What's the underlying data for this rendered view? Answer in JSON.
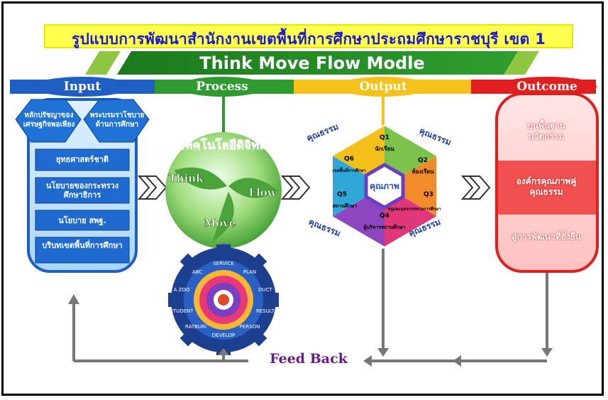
{
  "title": "รูปแบบการพัฒนาสำนักงานเขตพื้นที่การศึกษาประถมศึกษาราชบุรี เขต 1",
  "banner": "Think Move Flow Modle",
  "headers": {
    "input": "Input",
    "process": "Process",
    "output": "Output",
    "outcome": "Outcome"
  },
  "input": {
    "hex_left": "หลักปรัชญาของเศรษฐกิจพอเพียง",
    "hex_right": "พระบรมราโชบายด้านการศึกษา",
    "items": [
      "ยุทธศาสตร์ชาติ",
      "นโยบายของกระทรวงศึกษาธิการ",
      "นโยบาย สพฐ.",
      "บริบทเขตพื้นที่การศึกษา"
    ]
  },
  "process": {
    "arc_label": "เทคโนโลยีดิจิทัล",
    "petals": [
      "Think",
      "Flow",
      "Move"
    ],
    "gear_labels": [
      "SERVICE",
      "PLAN",
      "DUCT",
      "RESULT",
      "PERSON",
      "DEVELOP",
      "RATBURI",
      "STUDENT",
      "A ZOO",
      "ABC"
    ]
  },
  "output": {
    "center": "คุณภาพ",
    "virtue": "คุณธรรม",
    "segments": [
      {
        "code": "Q1",
        "label": "นักเรียน"
      },
      {
        "code": "Q2",
        "label": "ห้องเรียน"
      },
      {
        "code": "Q3",
        "label": "ครูและบุคลากรทางการศึกษา"
      },
      {
        "code": "Q4",
        "label": "ผู้บริหารสถานศึกษา"
      },
      {
        "code": "Q5",
        "label": "สถานศึกษา"
      },
      {
        "code": "Q6",
        "label": "เขตพื้นที่การศึกษา"
      }
    ]
  },
  "outcome": {
    "items": [
      "บนพื้นฐานนวัตกรรม",
      "องค์กรคุณภาพคู่คุณธรรม",
      "สู่การพัฒนาที่ยั่งยืน"
    ]
  },
  "feedback": "Feed Back",
  "colors": {
    "input": "#1f63c9",
    "process": "#2f9a2f",
    "output": "#f2c018",
    "outcome": "#e02222"
  }
}
